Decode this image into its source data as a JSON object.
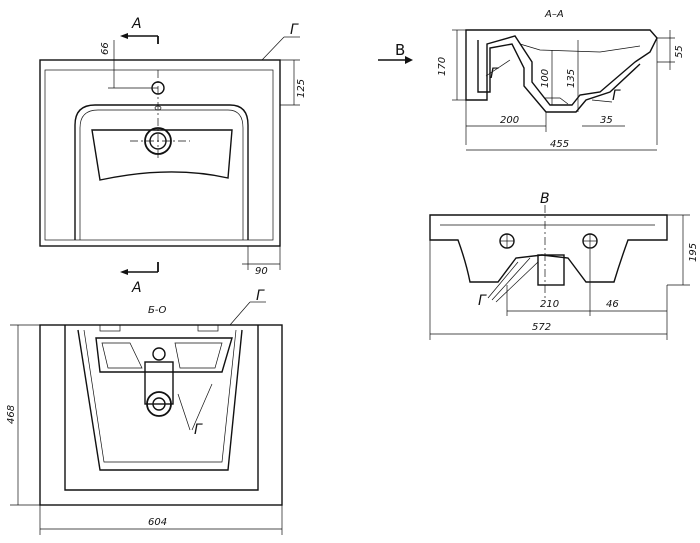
{
  "labels": {
    "section_a_top": "А",
    "section_a_bottom": "А",
    "section_aa_title": "А–А",
    "view_b_arrow": "B",
    "view_b_title": "B",
    "view_bottom_title": "Б-O",
    "leader_top": "Г",
    "leader_section": "Г",
    "leader_section2": "Г",
    "leader_view_b": "Г",
    "leader_bottom": "Г",
    "leader_bottom2": "Г"
  },
  "dimensions": {
    "top_66": "66",
    "top_125": "125",
    "top_90": "90",
    "sec_170": "170",
    "sec_55": "55",
    "sec_100": "100",
    "sec_135": "135",
    "sec_200": "200",
    "sec_35": "35",
    "sec_455": "455",
    "vb_195": "195",
    "vb_210": "210",
    "vb_46": "46",
    "vb_572": "572",
    "bot_468": "468",
    "bot_604": "604"
  }
}
